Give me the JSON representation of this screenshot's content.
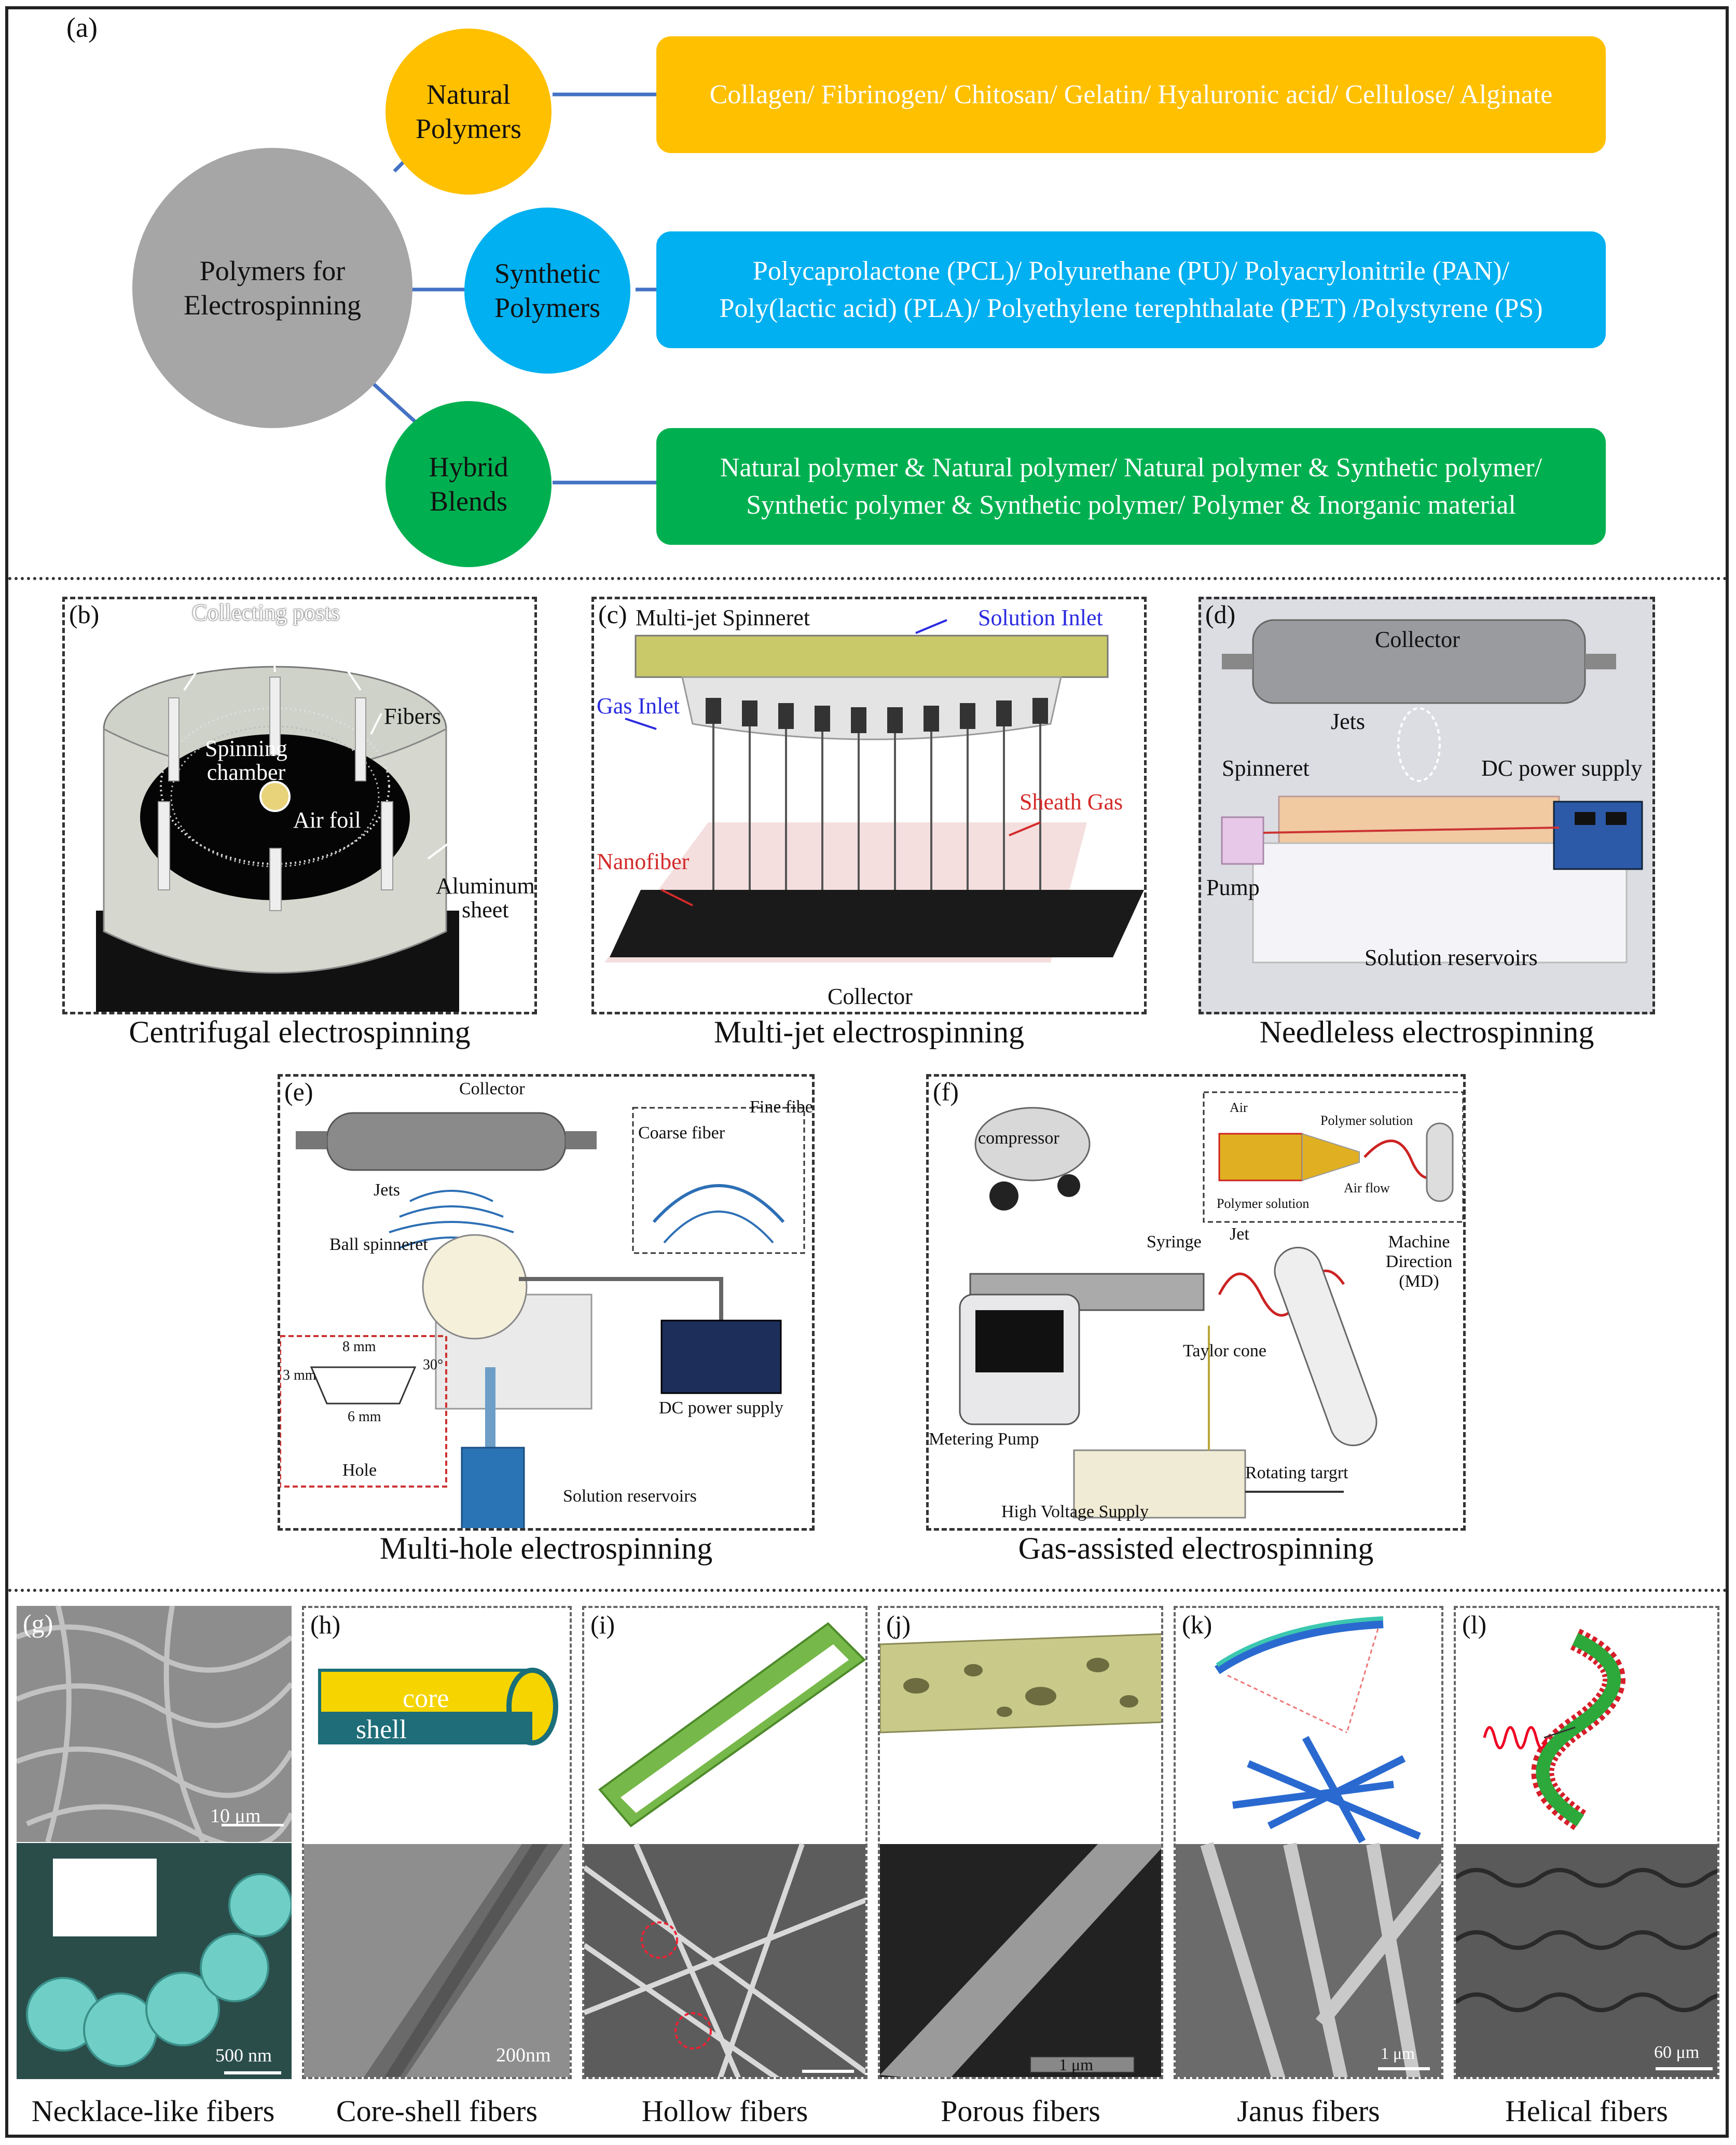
{
  "section_a": {
    "label": "(a)",
    "center": "Polymers for\nElectrospinning",
    "branches": [
      {
        "name": "Natural\nPolymers",
        "items": "Collagen/ Fibrinogen/ Chitosan/ Gelatin/ Hyaluronic acid/ Cellulose/ Alginate",
        "color": "#FFC000"
      },
      {
        "name": "Synthetic\nPolymers",
        "items": "Polycaprolactone (PCL)/ Polyurethane (PU)/ Polyacrylonitrile (PAN)/\nPoly(lactic acid) (PLA)/ Polyethylene terephthalate (PET) /Polystyrene (PS)",
        "color": "#00B0F0"
      },
      {
        "name": "Hybrid\nBlends",
        "items": "Natural polymer & Natural polymer/ Natural polymer & Synthetic polymer/\nSynthetic polymer & Synthetic polymer/ Polymer & Inorganic material",
        "color": "#00B050"
      }
    ],
    "center_color": "#A6A6A6",
    "line_color": "#4472C4"
  },
  "panel_b": {
    "label": "(b)",
    "caption": "Centrifugal electrospinning",
    "collecting_posts": "Collecting posts",
    "fibers": "Fibers",
    "spinning_chamber": "Spinning\nchamber",
    "air_foil": "Air foil",
    "aluminum_sheet": "Aluminum\nsheet"
  },
  "panel_c": {
    "label": "(c)",
    "caption": "Multi-jet electrospinning",
    "spinneret": "Multi-jet Spinneret",
    "solution_inlet": "Solution Inlet",
    "gas_inlet": "Gas Inlet",
    "sheath_gas": "Sheath Gas",
    "nanofiber": "Nanofiber",
    "collector": "Collector"
  },
  "panel_d": {
    "label": "(d)",
    "caption": "Needleless electrospinning",
    "collector": "Collector",
    "jets": "Jets",
    "spinneret": "Spinneret",
    "dc_power": "DC power supply",
    "pump": "Pump",
    "solution_reservoirs": "Solution reservoirs"
  },
  "panel_e": {
    "label": "(e)",
    "caption": "Multi-hole electrospinning",
    "collector": "Collector",
    "fine_fiber": "Fine fiber",
    "coarse_fiber": "Coarse fiber",
    "jets": "Jets",
    "ball_spinneret": "Ball spinneret",
    "dim_top": "8 mm",
    "dim_bottom": "6 mm",
    "dim_side": "3 mm",
    "dim_angle": "30°",
    "hole": "Hole",
    "dc_power": "DC power supply",
    "solution_reservoirs": "Solution reservoirs"
  },
  "panel_f": {
    "label": "(f)",
    "caption": "Gas-assisted electrospinning",
    "compressor": "compressor",
    "air": "Air",
    "polymer_solution_top": "Polymer solution",
    "polymer_solution_bottom": "Polymer solution",
    "air_flow": "Air flow",
    "syringe": "Syringe",
    "jet": "Jet",
    "machine_direction": "Machine\nDirection (MD)",
    "taylor_cone": "Taylor cone",
    "metering_pump": "Metering Pump",
    "rotating_target": "Rotating targrt",
    "high_voltage": "High Voltage Supply"
  },
  "gallery": [
    {
      "label": "(g)",
      "caption": "Necklace-like fibers",
      "scale_top": "10 μm",
      "scale_bottom": "500 nm"
    },
    {
      "label": "(h)",
      "caption": "Core-shell fibers",
      "core": "core",
      "shell": "shell",
      "scale": "200nm"
    },
    {
      "label": "(i)",
      "caption": "Hollow fibers"
    },
    {
      "label": "(j)",
      "caption": "Porous fibers",
      "scale": "1 μm"
    },
    {
      "label": "(k)",
      "caption": "Janus fibers",
      "scale": "1 μm"
    },
    {
      "label": "(l)",
      "caption": "Helical fibers",
      "scale": "60 μm"
    }
  ]
}
